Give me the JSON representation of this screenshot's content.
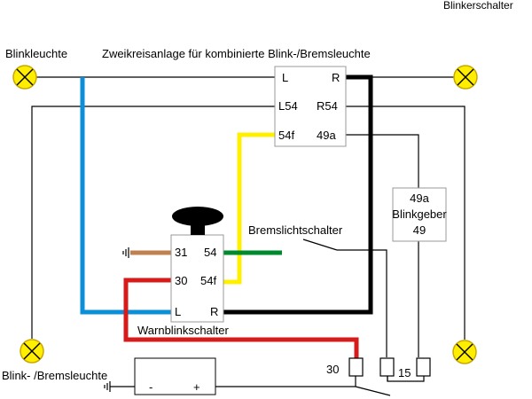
{
  "labels": {
    "blinkerschalter": "Blinkerschalter",
    "blinkleuchte": "Blinkleuchte",
    "title": "Zweikreisanlage für kombinierte Blink-/Bremsleuchte",
    "blink_bremsleuchte": "Blink- /Bremsleuchte",
    "bremslichtschalter": "Bremslichtschalter",
    "warnblinkschalter": "Warnblinkschalter"
  },
  "relay_box": {
    "L": "L",
    "R": "R",
    "L54": "L54",
    "R54": "R54",
    "54f": "54f",
    "49a": "49a"
  },
  "blinkgeber": {
    "top": "49a",
    "name": "Blinkgeber",
    "bottom": "49"
  },
  "warn_switch": {
    "t31": "31",
    "t54": "54",
    "t30": "30",
    "t54f": "54f",
    "L": "L",
    "R": "R"
  },
  "battery": {
    "minus": "-",
    "plus": "+"
  },
  "fuses": {
    "f30": "30",
    "f15": "15"
  },
  "colors": {
    "blue": "#0a8fd8",
    "yellow": "#ffef00",
    "green": "#008a2e",
    "brown": "#c08050",
    "red": "#d71a1a",
    "black": "#000000",
    "lamp_fill": "#ffee00",
    "lamp_ring": "#c8a800"
  }
}
